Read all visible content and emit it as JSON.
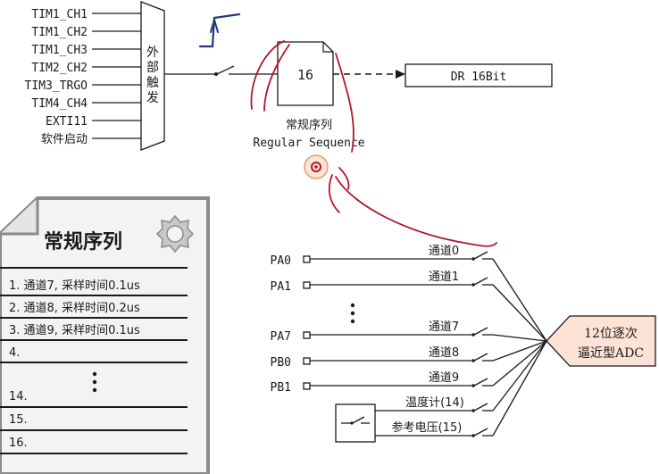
{
  "trigger": {
    "inputs": [
      "TIM1_CH1",
      "TIM1_CH2",
      "TIM1_CH3",
      "TIM2_CH2",
      "TIM3_TRGO",
      "TIM4_CH4",
      "EXTI11",
      "软件启动"
    ],
    "mux_label": [
      "外",
      "部",
      "触",
      "发"
    ]
  },
  "sequence": {
    "box_value": "16",
    "caption_cn": "常规序列",
    "caption_en": "Regular Sequence"
  },
  "dr": {
    "label": "DR 16Bit"
  },
  "card": {
    "title": "常规序列",
    "rows": [
      "1. 通道7, 采样时间0.1us",
      "2. 通道8, 采样时间0.2us",
      "3. 通道9, 采样时间0.1us",
      "4.",
      "14.",
      "15.",
      "16."
    ]
  },
  "channels": {
    "rows": [
      {
        "pin": "PA0",
        "name": "通道0"
      },
      {
        "pin": "PA1",
        "name": "通道1"
      },
      {
        "pin": "PA7",
        "name": "通道7"
      },
      {
        "pin": "PB0",
        "name": "通道8"
      },
      {
        "pin": "PB1",
        "name": "通道9"
      }
    ],
    "internal": [
      "温度计(14)",
      "参考电压(15)"
    ]
  },
  "adc": {
    "line1": "12位逐次",
    "line2": "逼近型ADC"
  },
  "colors": {
    "ink": "#1a1a1a",
    "annotation_red": "#b0182a",
    "annotation_blue": "#1e3a78",
    "adc_fill": "#fde3d6",
    "card_fill": "#f3f3f3"
  }
}
